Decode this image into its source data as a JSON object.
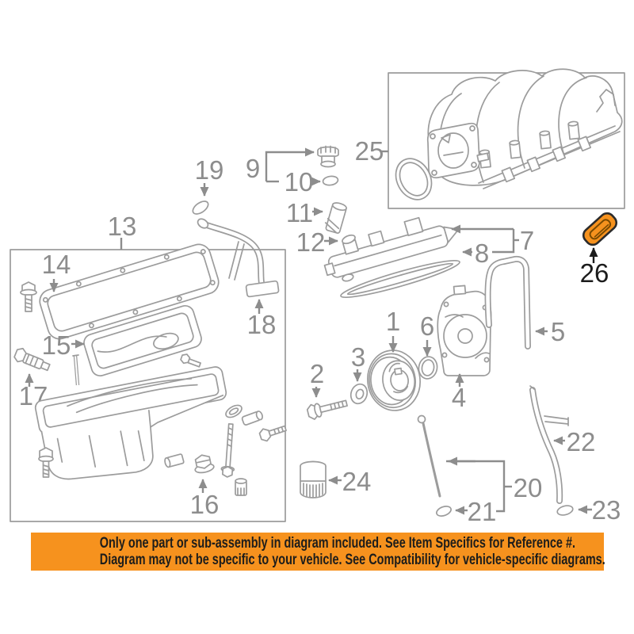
{
  "diagram": {
    "highlighted_callout": "26",
    "callouts": {
      "c1": "1",
      "c2": "2",
      "c3": "3",
      "c4": "4",
      "c5": "5",
      "c6": "6",
      "c7": "7",
      "c8": "8",
      "c9": "9",
      "c10": "10",
      "c11": "11",
      "c12": "12",
      "c13": "13",
      "c14": "14",
      "c15": "15",
      "c16": "16",
      "c17": "17",
      "c18": "18",
      "c19": "19",
      "c20": "20",
      "c21": "21",
      "c22": "22",
      "c23": "23",
      "c24": "24",
      "c25": "25",
      "c26": "26"
    },
    "colors": {
      "line_art": "#9c9c9c",
      "labels": "#8d8d8d",
      "highlight": "#f6921e",
      "highlight_outline": "#2b2b2b",
      "dark_label": "#1c1c1c"
    }
  },
  "banner": {
    "line1": "Only one part or sub-assembly in diagram included. See Item Specifics for Reference #.",
    "line2": "Diagram may not be specific to your vehicle. See Compatibility for vehicle-specific diagrams.",
    "background": "#f6921e",
    "text_color": "#1d1d1b"
  }
}
